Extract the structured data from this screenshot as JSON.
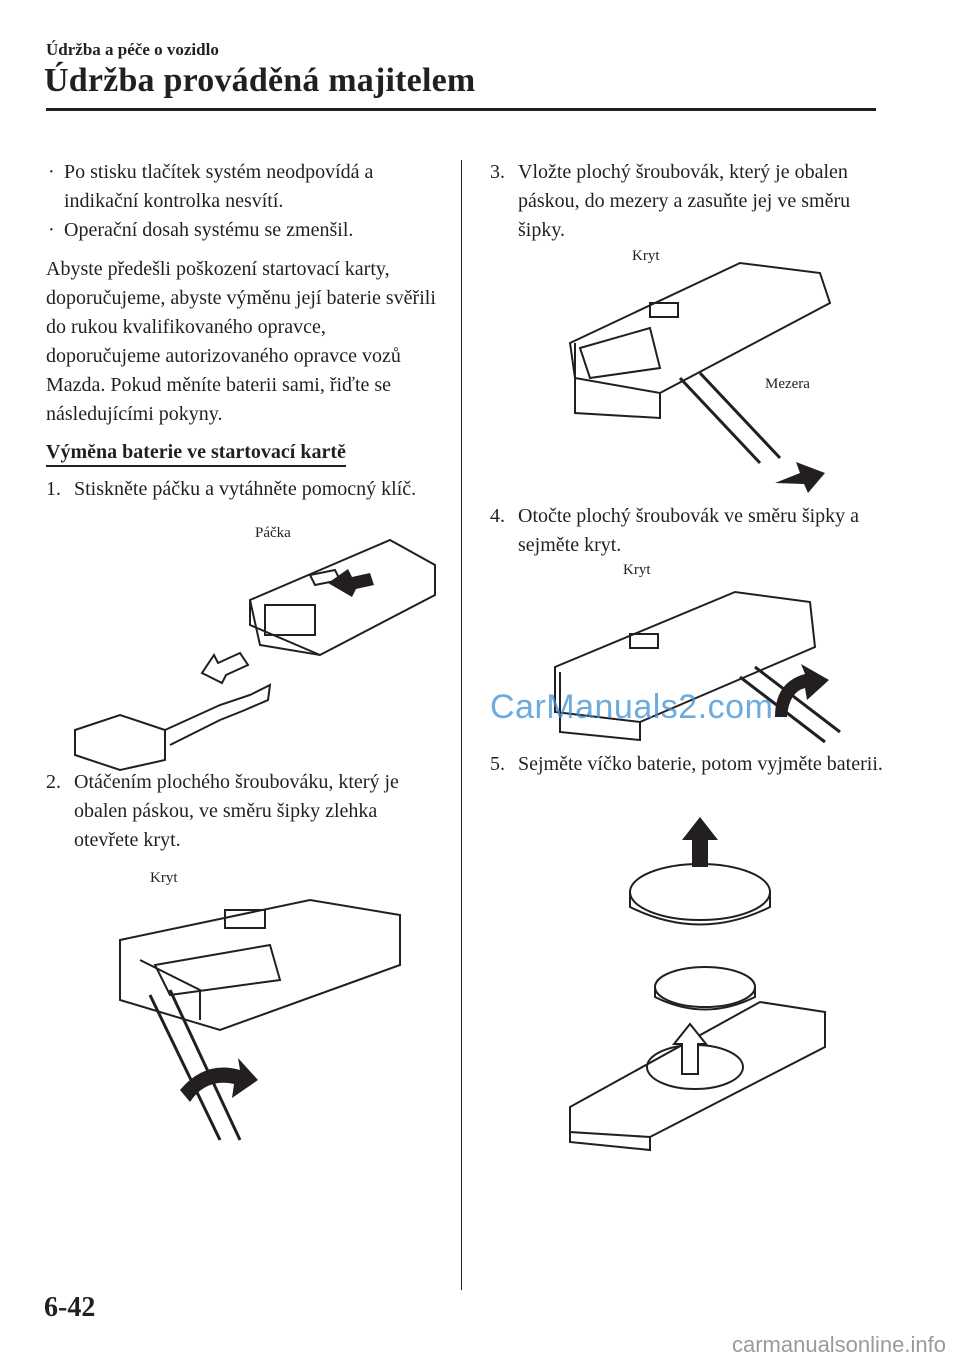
{
  "header": {
    "section": "Údržba a péče o vozidlo",
    "title": "Údržba prováděná majitelem"
  },
  "left": {
    "bullets": [
      "Po stisku tlačítek systém neodpovídá a indikační kontrolka nesvítí.",
      "Operační dosah systému se zmenšil."
    ],
    "intro": "Abyste předešli poškození startovací karty, doporučujeme, abyste výměnu její baterie svěřili do rukou kvalifikovaného opravce, doporučujeme autorizovaného opravce vozů Mazda. Pokud měníte baterii sami, řiďte se následujícími pokyny.",
    "subheading": "Výměna baterie ve startovací kartě",
    "step1": {
      "num": "1.",
      "text": "Stiskněte páčku a vytáhněte pomocný klíč."
    },
    "fig1_label": "Páčka",
    "step2": {
      "num": "2.",
      "text": "Otáčením plochého šroubováku, který je obalen páskou, ve směru šipky zlehka otevřete kryt."
    },
    "fig2_label": "Kryt"
  },
  "right": {
    "step3": {
      "num": "3.",
      "text": "Vložte plochý šroubovák, který je obalen páskou, do mezery a zasuňte jej ve směru šipky."
    },
    "fig3_label_top": "Kryt",
    "fig3_label_gap": "Mezera",
    "step4": {
      "num": "4.",
      "text": "Otočte plochý šroubovák ve směru šipky a sejměte kryt."
    },
    "fig4_label": "Kryt",
    "step5": {
      "num": "5.",
      "text": "Sejměte víčko baterie, potom vyjměte baterii."
    }
  },
  "watermark": "CarManuals2.com",
  "footer": {
    "page_number": "6-42",
    "site": "carmanualsonline.info"
  }
}
